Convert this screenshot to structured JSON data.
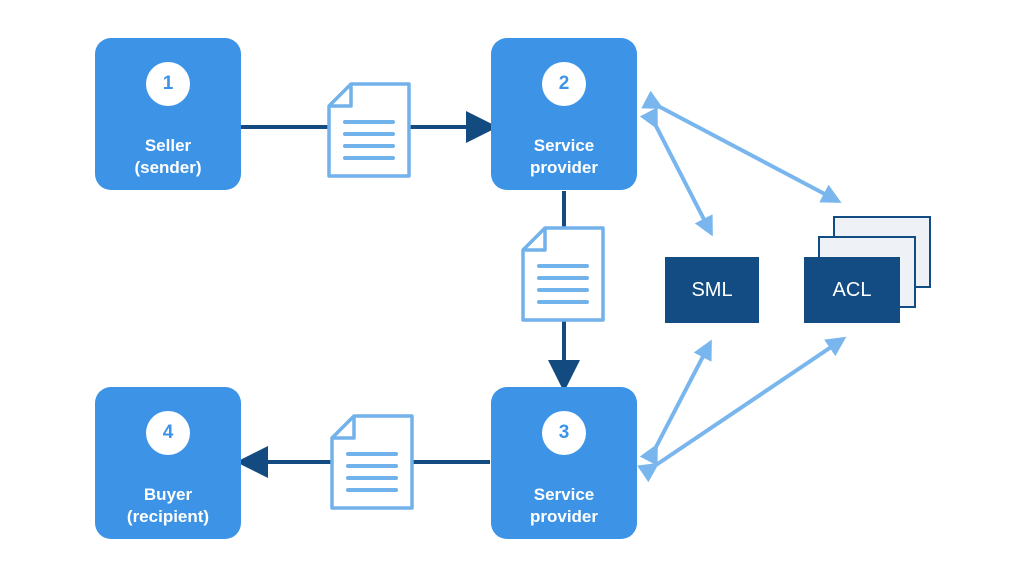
{
  "colors": {
    "node_fill": "#3d94e6",
    "primary_arrow": "#134a80",
    "secondary_arrow": "#7ab6ee",
    "registry_fill": "#124c82",
    "document_outline": "#72b2ea",
    "stack_sheet": "#eef2f7"
  },
  "nodes": {
    "seller": {
      "number": "1",
      "line1": "Seller",
      "line2": "(sender)"
    },
    "sender_provider": {
      "number": "2",
      "line1": "Service",
      "line2": "provider"
    },
    "receiver_provider": {
      "number": "3",
      "line1": "Service",
      "line2": "provider"
    },
    "buyer": {
      "number": "4",
      "line1": "Buyer",
      "line2": "(recipient)"
    }
  },
  "registries": {
    "sml": {
      "label": "SML"
    },
    "acl": {
      "label": "ACL"
    }
  },
  "icons": {
    "document": "document-icon",
    "arrowhead": "arrowhead-icon"
  }
}
